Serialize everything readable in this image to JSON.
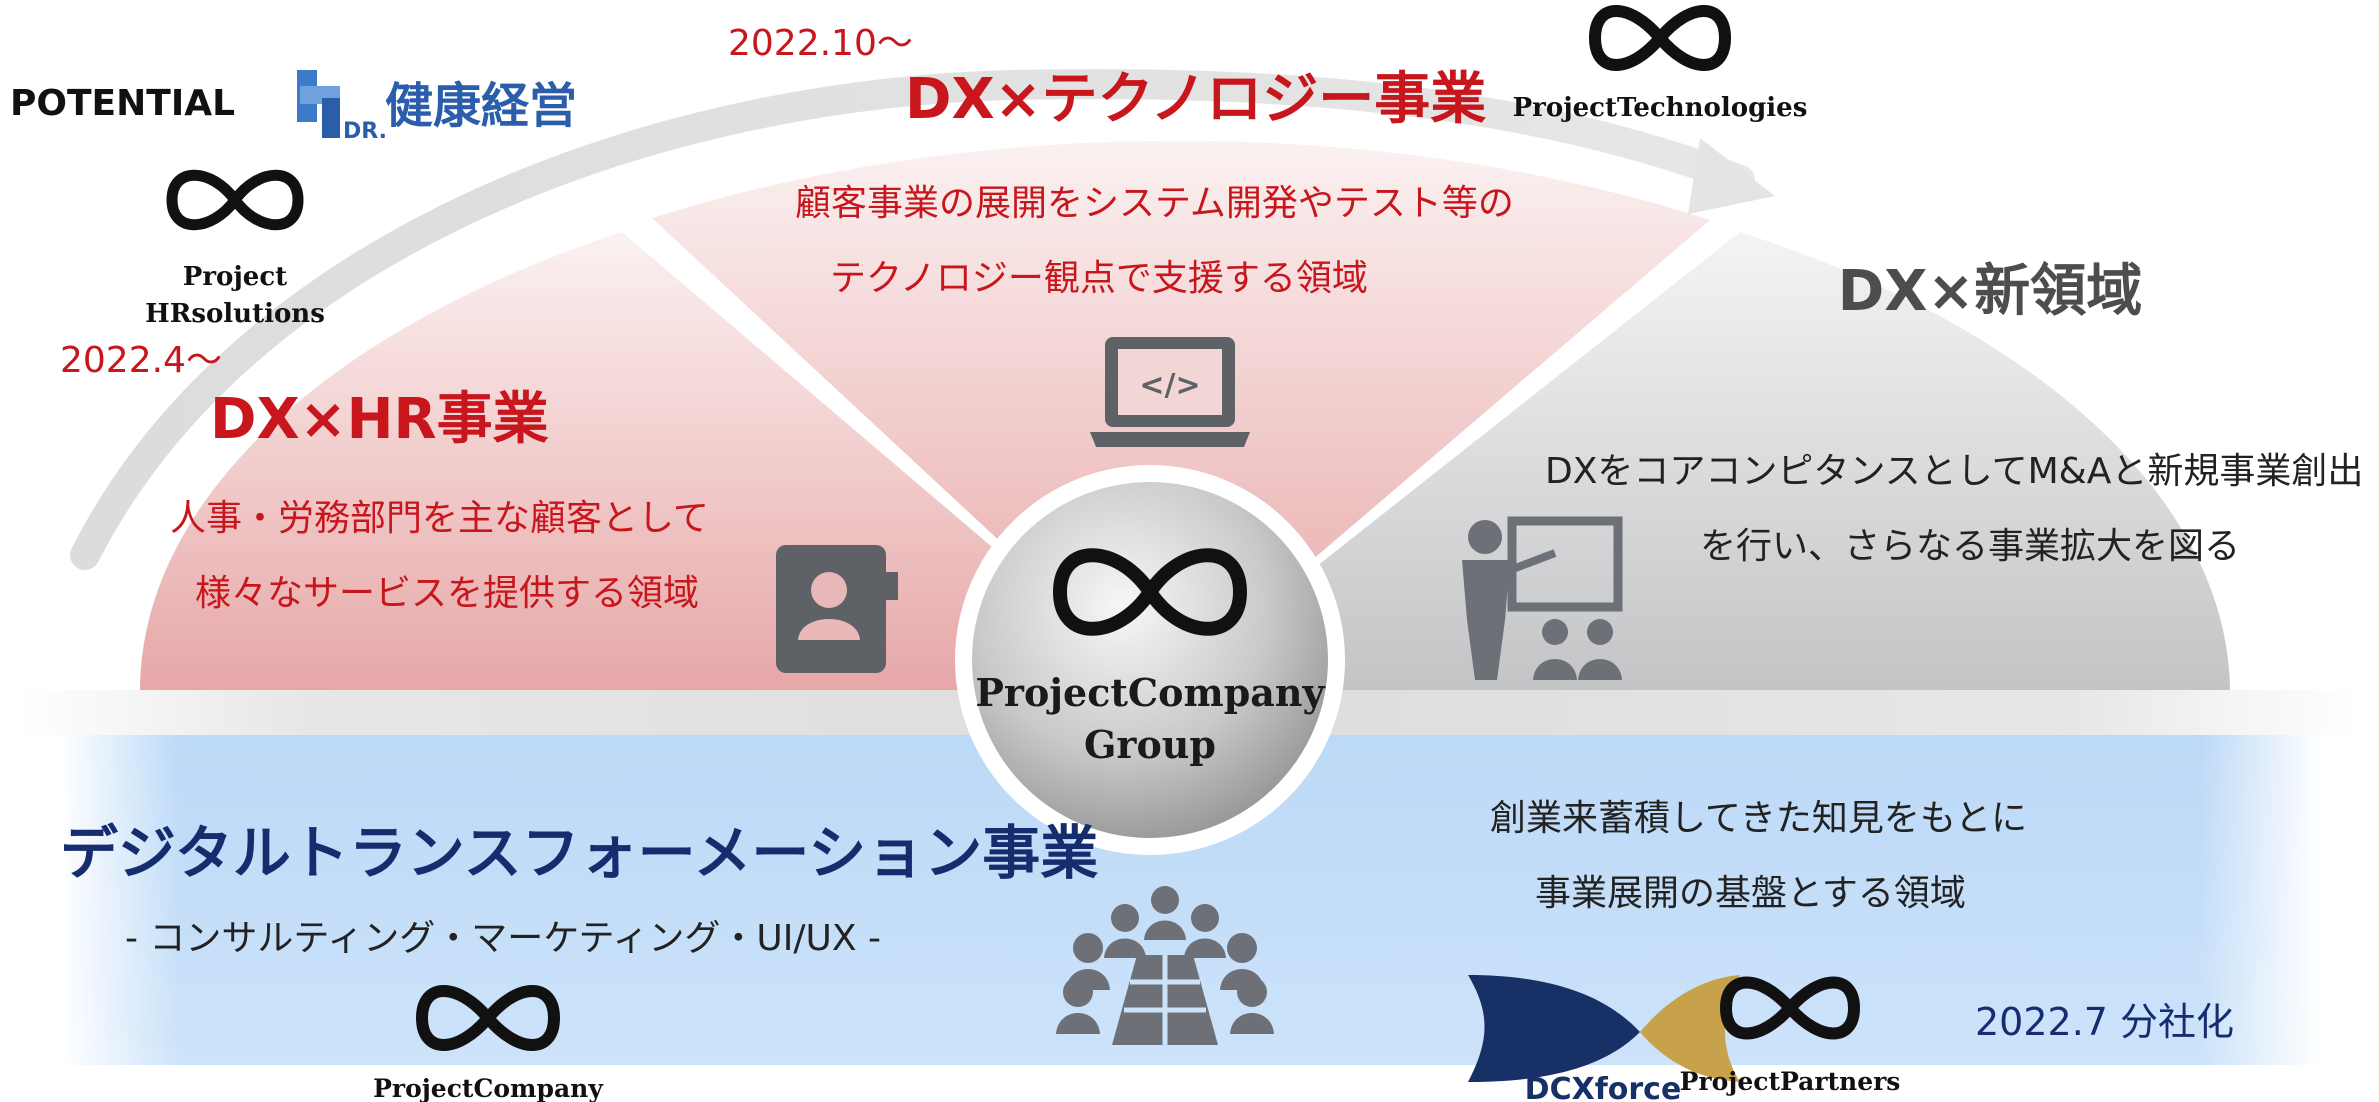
{
  "brand": {
    "potential_label": "POTENTIAL",
    "kenko_logo": "DR.",
    "kenko_label": "健康経営"
  },
  "arc_dates": {
    "hr": "2022.4〜",
    "tech": "2022.10〜"
  },
  "hr_business": {
    "title": "DX×HR事業",
    "desc_line1": "人事・労務部門を主な顧客として",
    "desc_line2": "様々なサービスを提供する領域",
    "company_line1": "Project",
    "company_line2": "HRsolutions",
    "icon": "id-card-icon"
  },
  "tech_business": {
    "title": "DX×テクノロジー事業",
    "desc_line1": "顧客事業の展開をシステム開発やテスト等の",
    "desc_line2": "テクノロジー観点で支援する領域",
    "company": "ProjectTechnologies",
    "icon": "laptop-code-icon"
  },
  "new_domain": {
    "title": "DX×新領域",
    "desc_line1": "DXをコアコンピタンスとしてM&Aと新規事業創出",
    "desc_line2": "を行い、さらなる事業拡大を図る",
    "icon": "presentation-icon"
  },
  "center": {
    "line1": "ProjectCompany",
    "line2": "Group"
  },
  "dx_business": {
    "title": "デジタルトランスフォーメーション事業",
    "subtitle": "- コンサルティング・マーケティング・UI/UX -",
    "desc_line1": "創業来蓄積してきた知見をもとに",
    "desc_line2": "事業展開の基盤とする領域",
    "company": "ProjectCompany",
    "icon": "meeting-table-icon"
  },
  "spinoff": {
    "dcx_label": "DCXforce",
    "partners_label": "ProjectPartners",
    "date_label": "2022.7 分社化"
  },
  "colors": {
    "red": "#c8161d",
    "navy": "#152d6e",
    "dark_text": "#222222",
    "gray_text": "#4d4d4d",
    "icon_gray": "#5e6267",
    "dcx_navy": "#173066",
    "dcx_gold": "#c8a24a"
  }
}
